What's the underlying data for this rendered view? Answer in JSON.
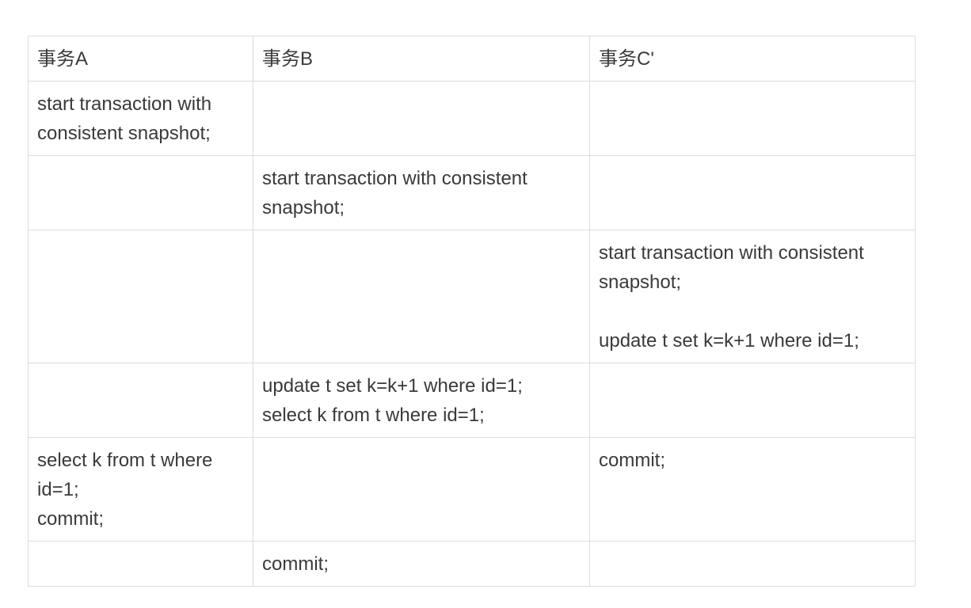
{
  "table": {
    "headers": [
      "事务A",
      "事务B",
      "事务C'"
    ],
    "rows": [
      {
        "a": [
          "start transaction with",
          "consistent snapshot;"
        ],
        "b": [],
        "c": []
      },
      {
        "a": [],
        "b": [
          "start transaction with consistent",
          "snapshot;"
        ],
        "c": []
      },
      {
        "a": [],
        "b": [],
        "c": [
          "start transaction with consistent",
          "snapshot;",
          "",
          "update t set k=k+1 where id=1;"
        ]
      },
      {
        "a": [],
        "b": [
          "update t set k=k+1 where id=1;",
          "select k from t where id=1;"
        ],
        "c": []
      },
      {
        "a": [
          "select k from t where",
          "id=1;",
          "commit;"
        ],
        "b": [],
        "c": [
          "commit;"
        ]
      },
      {
        "a": [],
        "b": [
          "commit;"
        ],
        "c": []
      }
    ]
  }
}
